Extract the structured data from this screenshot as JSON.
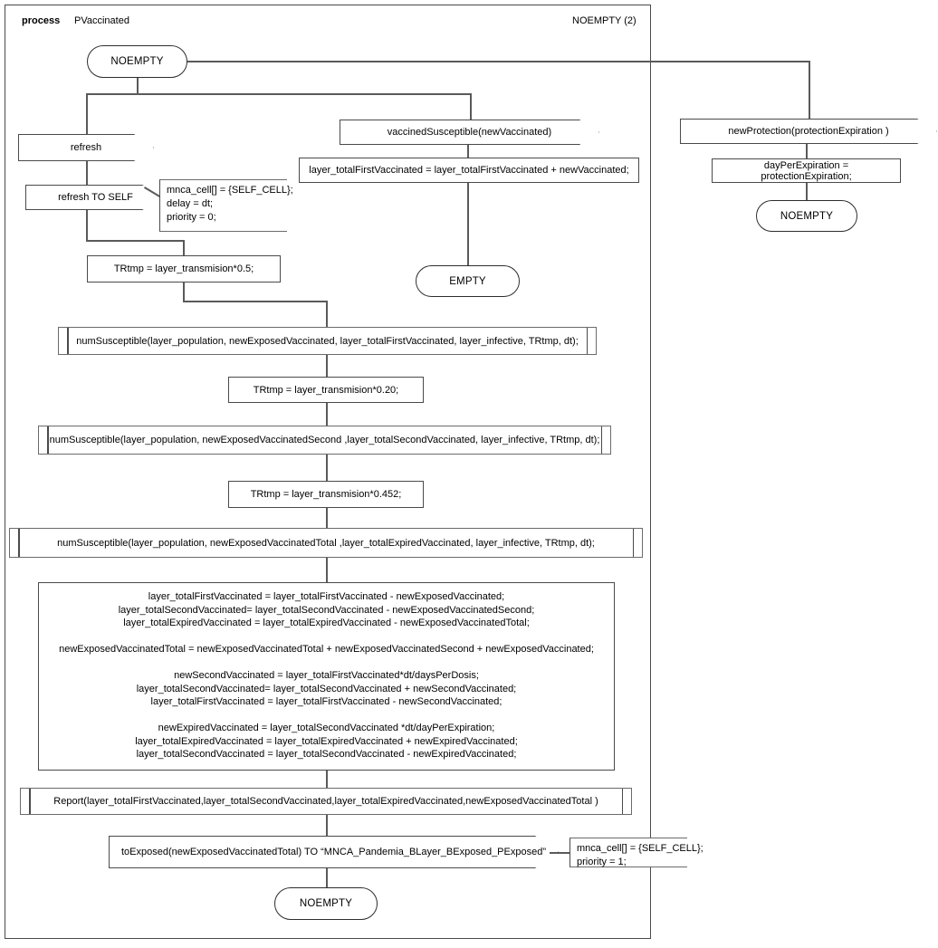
{
  "header": {
    "kind_label": "process",
    "process_name": "PVaccinated",
    "page_label": "NOEMPTY (2)"
  },
  "states": {
    "start_noempty": "NOEMPTY",
    "empty": "EMPTY",
    "protection_noempty": "NOEMPTY",
    "end_noempty": "NOEMPTY"
  },
  "inputs": {
    "refresh": "refresh",
    "vaccined_susceptible": "vaccinedSusceptible(newVaccinated)",
    "new_protection": "newProtection(protectionExpiration )"
  },
  "outputs": {
    "refresh_to_self": "refresh TO SELF",
    "to_exposed": "toExposed(newExposedVaccinatedTotal) TO “MNCA_Pandemia_BLayer_BExposed_PExposed”"
  },
  "comments": {
    "refresh_comment": [
      "mnca_cell[] = {SELF_CELL};",
      "delay = dt;",
      "priority = 0;"
    ],
    "to_exposed_comment": [
      "mnca_cell[] = {SELF_CELL};",
      "priority = 1;"
    ]
  },
  "tasks": {
    "total_first_vaccinated": "layer_totalFirstVaccinated = layer_totalFirstVaccinated + newVaccinated;",
    "day_per_expiration": "dayPerExpiration = protectionExpiration;",
    "trtmp_05": "TRtmp  = layer_transmision*0.5;",
    "trtmp_020": "TRtmp = layer_transmision*0.20;",
    "trtmp_0452": "TRtmp = layer_transmision*0.452;",
    "big_block": [
      "layer_totalFirstVaccinated = layer_totalFirstVaccinated - newExposedVaccinated;",
      "layer_totalSecondVaccinated= layer_totalSecondVaccinated - newExposedVaccinatedSecond;",
      "layer_totalExpiredVaccinated = layer_totalExpiredVaccinated - newExposedVaccinatedTotal;",
      "",
      "newExposedVaccinatedTotal = newExposedVaccinatedTotal + newExposedVaccinatedSecond  + newExposedVaccinated;",
      "",
      "newSecondVaccinated = layer_totalFirstVaccinated*dt/daysPerDosis;",
      "layer_totalSecondVaccinated= layer_totalSecondVaccinated + newSecondVaccinated;",
      "layer_totalFirstVaccinated = layer_totalFirstVaccinated - newSecondVaccinated;",
      "",
      "newExpiredVaccinated = layer_totalSecondVaccinated *dt/dayPerExpiration;",
      "layer_totalExpiredVaccinated = layer_totalExpiredVaccinated + newExpiredVaccinated;",
      "layer_totalSecondVaccinated = layer_totalSecondVaccinated - newExpiredVaccinated;"
    ]
  },
  "procedure_calls": {
    "num_susceptible_first": "numSusceptible(layer_population, newExposedVaccinated, layer_totalFirstVaccinated, layer_infective, TRtmp, dt);",
    "num_susceptible_second": "numSusceptible(layer_population, newExposedVaccinatedSecond ,layer_totalSecondVaccinated, layer_infective, TRtmp, dt);",
    "num_susceptible_total": "numSusceptible(layer_population, newExposedVaccinatedTotal ,layer_totalExpiredVaccinated, layer_infective, TRtmp, dt);",
    "report": "Report(layer_totalFirstVaccinated,layer_totalSecondVaccinated,layer_totalExpiredVaccinated,newExposedVaccinatedTotal )"
  },
  "colors": {
    "line": "#5a5a5a",
    "border": "#4a4a4a",
    "background": "#ffffff",
    "text": "#000000"
  }
}
